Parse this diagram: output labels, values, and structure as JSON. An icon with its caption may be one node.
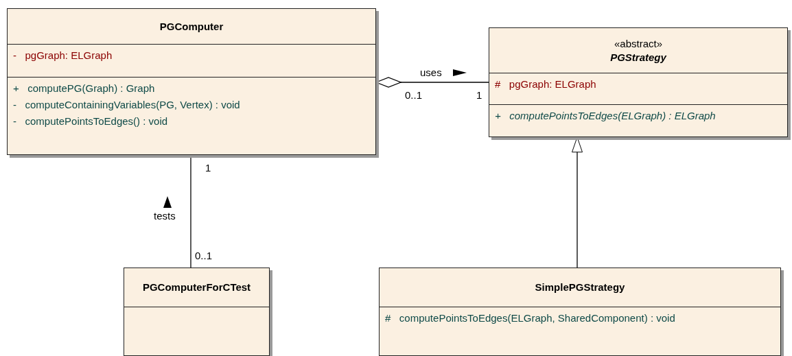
{
  "diagram": {
    "nodes": [
      {
        "text": [
          "PGComputer",
          "- pgGraph: ELGraph",
          "+ computePG(Graph) : Graph",
          "- computeContainingVariables(PG, Vertex) : void",
          "- computePointsToEdges() : void"
        ]
      },
      {
        "text": [
          "«abstract»",
          "PGStrategy",
          "# pgGraph: ELGraph",
          "+ computePointsToEdges(ELGraph) : ELGraph"
        ]
      },
      {
        "text": [
          "PGComputerForCTest"
        ]
      },
      {
        "text": [
          "SimplePGStrategy",
          "# computePointsToEdges(ELGraph, SharedComponent) : void"
        ]
      }
    ],
    "edges": [
      {
        "from": 0,
        "to": 1,
        "arrow": "other",
        "label": "uses"
      },
      {
        "from": 2,
        "to": 0,
        "arrow": "none",
        "label": "tests"
      },
      {
        "from": 3,
        "to": 1,
        "arrow": "to"
      }
    ],
    "labels": [
      "0..1",
      "1",
      "1",
      "0..1"
    ]
  }
}
